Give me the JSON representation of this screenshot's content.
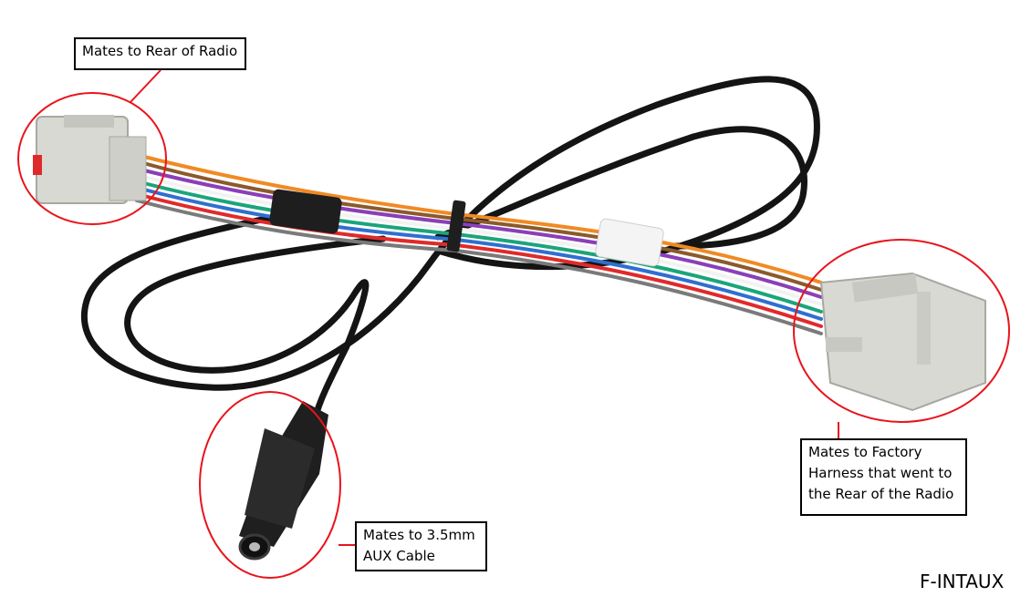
{
  "callouts": {
    "radio": {
      "lines": [
        "Mates to Rear of Radio"
      ]
    },
    "aux": {
      "lines": [
        "Mates to 3.5mm",
        "AUX Cable"
      ]
    },
    "factory": {
      "lines": [
        "Mates to Factory",
        "Harness that went to",
        "the Rear of the Radio"
      ]
    }
  },
  "product_code": "F-INTAUX",
  "colors": {
    "circle": "#e8141c",
    "cable": "#141414",
    "connector": "#d9d9d4",
    "wires": [
      "#f08a24",
      "#8a3fb8",
      "#e02a2a",
      "#2f6fd0",
      "#1aa57a",
      "#8b5a2b",
      "#f2f2f2",
      "#7a7a7a"
    ]
  }
}
